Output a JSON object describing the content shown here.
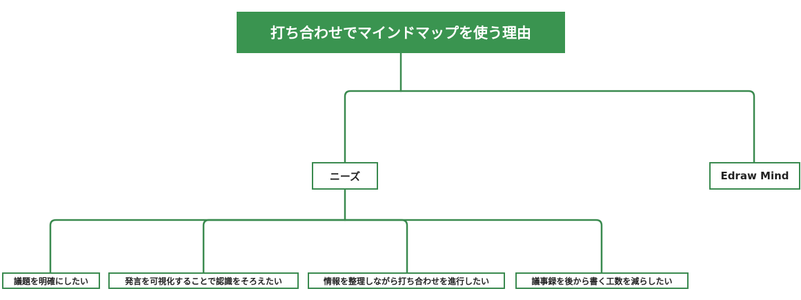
{
  "mindmap": {
    "root": {
      "label": "打ち合わせでマインドマップを使う理由"
    },
    "branches": [
      {
        "label": "ニーズ",
        "children": [
          "議題を明確にしたい",
          "発言を可視化することで認識をそろえたい",
          "情報を整理しながら打ち合わせを進行したい",
          "議事録を後から書く工数を減らしたい"
        ]
      },
      {
        "label": "Edraw Mind"
      }
    ]
  },
  "colors": {
    "accent": "#3a9450",
    "connector": "#3a8a4f",
    "root_text": "#ffffff",
    "node_text": "#222222"
  }
}
